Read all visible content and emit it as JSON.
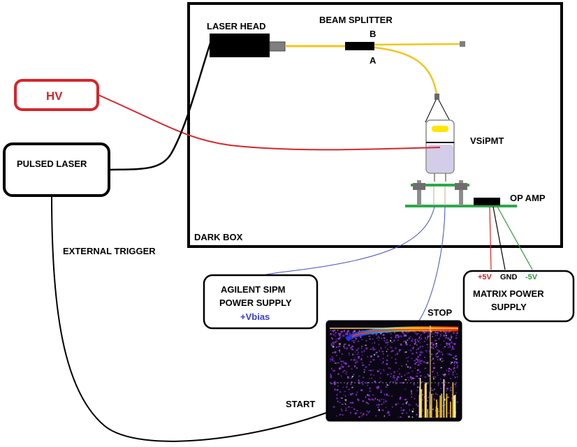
{
  "labels": {
    "laser_head": "LASER HEAD",
    "beam_splitter": "BEAM SPLITTER",
    "port_b": "B",
    "port_a": "A",
    "hv": "HV",
    "vsipmt": "VSiPMT",
    "pulsed_laser": "PULSED LASER",
    "op_amp": "OP AMP",
    "dark_box": "DARK BOX",
    "external_trigger": "EXTERNAL TRIGGER",
    "agilent_line1": "AGILENT SIPM",
    "agilent_line2": "POWER SUPPLY",
    "vbias": "+Vbias",
    "matrix_line1": "MATRIX POWER",
    "matrix_line2": "SUPPLY",
    "plus5v": "+5V",
    "gnd": "GND",
    "minus5v": "-5V",
    "stop": "STOP",
    "start": "START"
  },
  "colors": {
    "hv_wire": "#d6262b",
    "fiber": "#f2c51e",
    "signal_wire": "#4650c8",
    "board": "#2ea84a",
    "plus5v_wire": "#e02020",
    "minus5v_wire": "#2e9a3c",
    "pmt_window": "#ffe600",
    "pmt_body": "#d3cdea"
  }
}
